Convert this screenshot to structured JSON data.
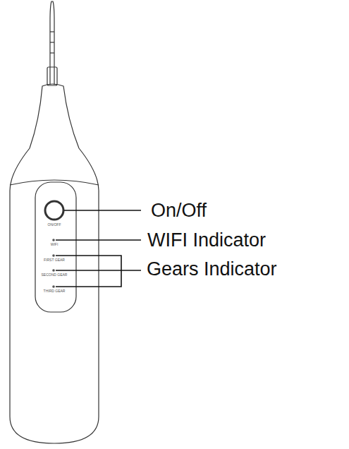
{
  "diagram": {
    "labels": [
      "On/Off",
      "WIFI Indicator",
      "Gears Indicator",
      "ON/OFF",
      "WIFI",
      "FIRST GEAR",
      "SECOND GEAR",
      "THIRD GEAR"
    ]
  }
}
